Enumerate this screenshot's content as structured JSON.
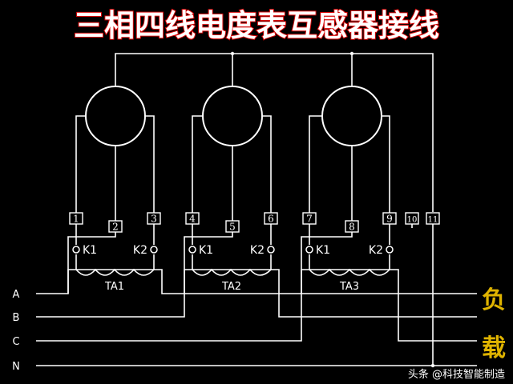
{
  "title": "三相四线电度表互感器接线",
  "terminals": [
    "1",
    "2",
    "3",
    "4",
    "5",
    "6",
    "7",
    "8",
    "9",
    "10",
    "11"
  ],
  "ct_labels": {
    "k1": "K1",
    "k2": "K2",
    "ta": [
      "TA1",
      "TA2",
      "TA3"
    ]
  },
  "lines": [
    "A",
    "B",
    "C",
    "N"
  ],
  "load_label": [
    "负",
    "载"
  ],
  "watermark": "头条 @科技智能制造",
  "colors": {
    "background": "#000000",
    "wire": "#ffffff",
    "title": "#ffffff",
    "title_outline": "#d40000",
    "load": "#e0b400"
  }
}
